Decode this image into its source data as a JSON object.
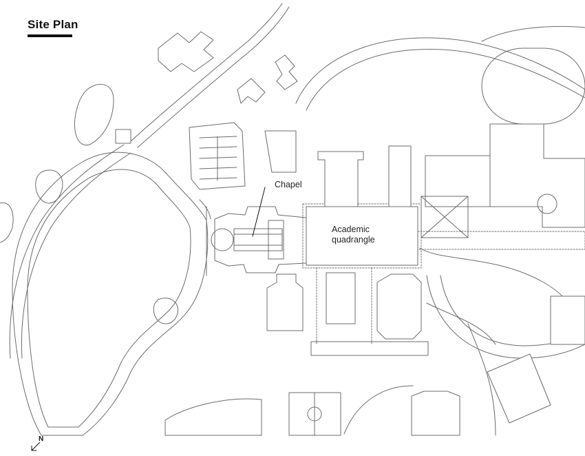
{
  "title": "Site Plan",
  "labels": {
    "chapel": "Chapel",
    "quad_line1": "Academic",
    "quad_line2": "quadrangle"
  },
  "north": {
    "letter": "N"
  },
  "colors": {
    "line": "#6b6b6b",
    "ink": "#111111",
    "building_fill": "#ffffff",
    "background": "#ffffff"
  },
  "icons": {
    "north_arrow": "north-arrow-icon"
  }
}
